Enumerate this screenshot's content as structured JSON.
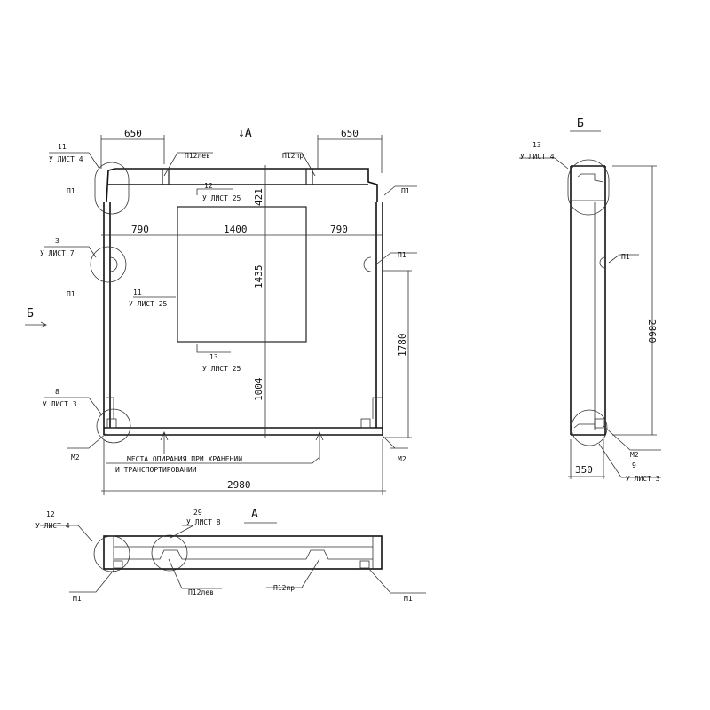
{
  "main_view": {
    "section_mark": "↓А",
    "dims": {
      "left_650": "650",
      "right_650": "650",
      "left_790": "790",
      "center_1400": "1400",
      "right_790": "790",
      "top_421": "421",
      "window_1435": "1435",
      "bottom_1004": "1004",
      "right_1780": "1780",
      "width_2980": "2980"
    },
    "callouts": {
      "c11_num": "11",
      "c11_sheet": "У ЛИСТ 4",
      "c3_num": "3",
      "c3_sheet": "У ЛИСТ 7",
      "c8_num": "8",
      "c8_sheet": "У ЛИСТ 3",
      "c12_num": "12",
      "c12_sheet": "У ЛИСТ 25",
      "c11w_num": "11",
      "c11w_sheet": "У ЛИСТ 25",
      "c13w_num": "13",
      "c13w_sheet": "У ЛИСТ 25"
    },
    "parts": {
      "p1_tl": "П1",
      "p1_l": "П1",
      "p1_tr": "П1",
      "p1_r": "П1",
      "m2_l": "М2",
      "m2_r": "М2",
      "p12_left": "П12лев",
      "p12_right": "П12пр"
    },
    "section_b_mark": "Б",
    "support_note_1": "МЕСТА  ОПИРАНИЯ  ПРИ ХРАНЕНИИ",
    "support_note_2": "И ТРАНСПОРТИРОВАНИИ"
  },
  "view_a": {
    "title": "А",
    "c12_num": "12",
    "c12_sheet": "У ЛИСТ 4",
    "c29_num": "29",
    "c29_sheet": "У ЛИСТ 8",
    "m1_left": "М1",
    "m1_right": "М1",
    "p12_left": "П12лев",
    "p12_right": "П12пр"
  },
  "view_b": {
    "title": "Б",
    "c13_num": "13",
    "c13_sheet": "У ЛИСТ 4",
    "p1": "П1",
    "height": "2860",
    "width": "350",
    "m2": "М2",
    "c9_num": "9",
    "c9_sheet": "У ЛИСТ 3"
  }
}
